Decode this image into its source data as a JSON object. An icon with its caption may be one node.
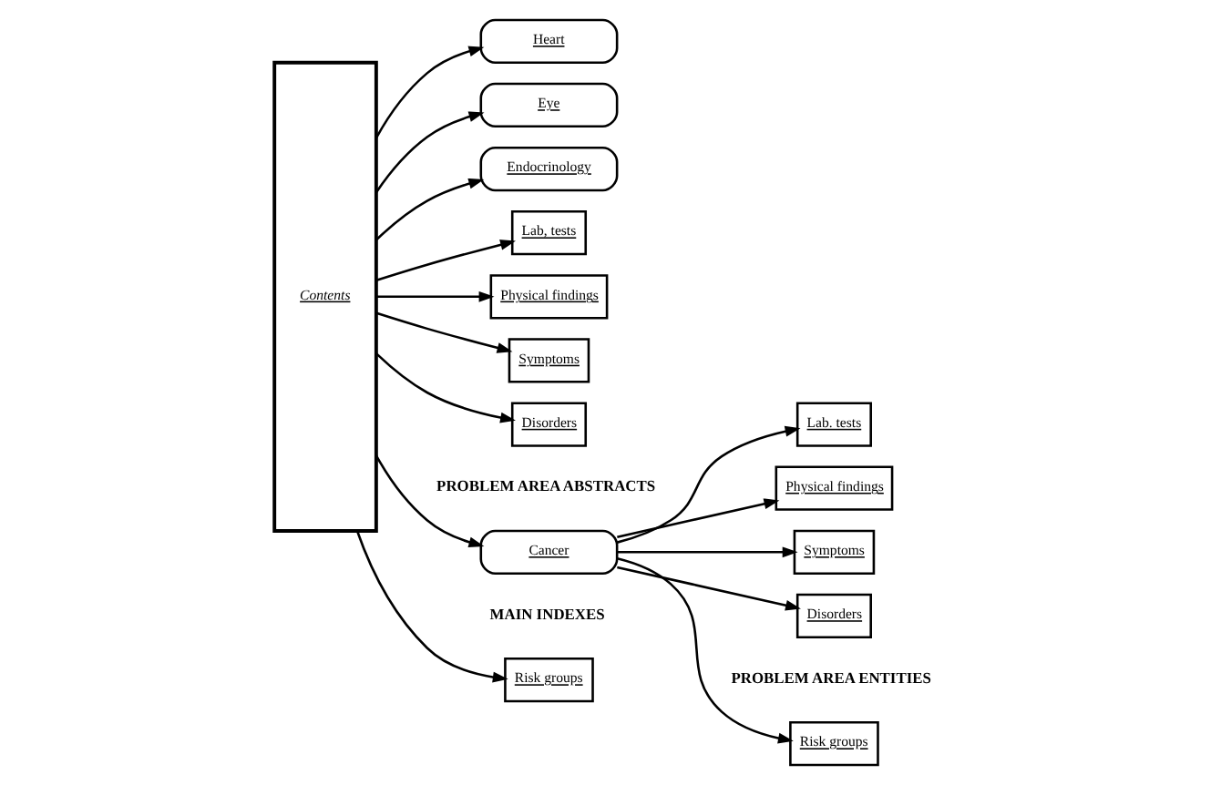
{
  "diagram": {
    "nodes": [
      {
        "text": [
          "Contents"
        ]
      },
      {
        "text": [
          "Cancer"
        ]
      },
      {
        "text": [
          "Heart"
        ]
      },
      {
        "text": [
          "Eye"
        ]
      },
      {
        "text": [
          "Endocrinology"
        ]
      },
      {
        "text": [
          "Risk groups"
        ]
      },
      {
        "text": [
          "Lab. tests"
        ]
      },
      {
        "text": [
          "Physical findings"
        ]
      },
      {
        "text": [
          "Symptoms"
        ]
      },
      {
        "text": [
          "Disorders"
        ]
      },
      {
        "text": [
          "Risk groups"
        ]
      },
      {
        "text": [
          "Lab, tests"
        ]
      },
      {
        "text": [
          "Physical findings"
        ]
      },
      {
        "text": [
          "Symptoms"
        ]
      },
      {
        "text": [
          "Disorders"
        ]
      }
    ],
    "edges": [
      {
        "from": 0,
        "to": 1,
        "arrow": "to"
      },
      {
        "from": 0,
        "to": 2,
        "arrow": "to"
      },
      {
        "from": 0,
        "to": 3,
        "arrow": "to"
      },
      {
        "from": 0,
        "to": 4,
        "arrow": "to"
      },
      {
        "from": 1,
        "to": 5,
        "arrow": "to"
      },
      {
        "from": 1,
        "to": 6,
        "arrow": "to"
      },
      {
        "from": 1,
        "to": 7,
        "arrow": "to"
      },
      {
        "from": 1,
        "to": 8,
        "arrow": "to"
      },
      {
        "from": 1,
        "to": 9,
        "arrow": "to"
      },
      {
        "from": 0,
        "to": 10,
        "arrow": "to"
      },
      {
        "from": 0,
        "to": 11,
        "arrow": "to"
      },
      {
        "from": 0,
        "to": 12,
        "arrow": "to"
      },
      {
        "from": 0,
        "to": 13,
        "arrow": "to"
      },
      {
        "from": 0,
        "to": 14,
        "arrow": "to"
      }
    ],
    "labels": [
      "PROBLEM AREA ABSTRACTS",
      "PROBLEM AREA ENTITIES",
      "MAIN INDEXES"
    ]
  }
}
